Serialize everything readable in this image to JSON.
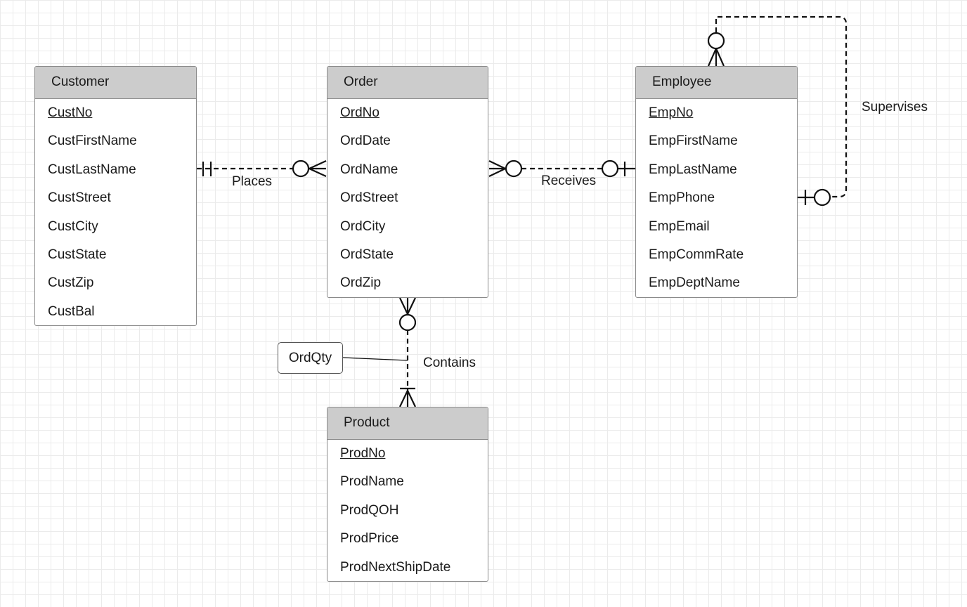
{
  "entities": {
    "customer": {
      "name": "Customer",
      "pk": "CustNo",
      "attributes": [
        "CustFirstName",
        "CustLastName",
        "CustStreet",
        "CustCity",
        "CustState",
        "CustZip",
        "CustBal"
      ]
    },
    "order": {
      "name": "Order",
      "pk": "OrdNo",
      "attributes": [
        "OrdDate",
        "OrdName",
        "OrdStreet",
        "OrdCity",
        "OrdState",
        "OrdZip"
      ]
    },
    "employee": {
      "name": "Employee",
      "pk": "EmpNo",
      "attributes": [
        "EmpFirstName",
        "EmpLastName",
        "EmpPhone",
        "EmpEmail",
        "EmpCommRate",
        "EmpDeptName"
      ]
    },
    "product": {
      "name": "Product",
      "pk": "ProdNo",
      "attributes": [
        "ProdName",
        "ProdQOH",
        "ProdPrice",
        "ProdNextShipDate"
      ]
    }
  },
  "relationships": {
    "places": {
      "label": "Places"
    },
    "receives": {
      "label": "Receives"
    },
    "supervises": {
      "label": "Supervises"
    },
    "contains": {
      "label": "Contains",
      "attribute": "OrdQty"
    }
  }
}
